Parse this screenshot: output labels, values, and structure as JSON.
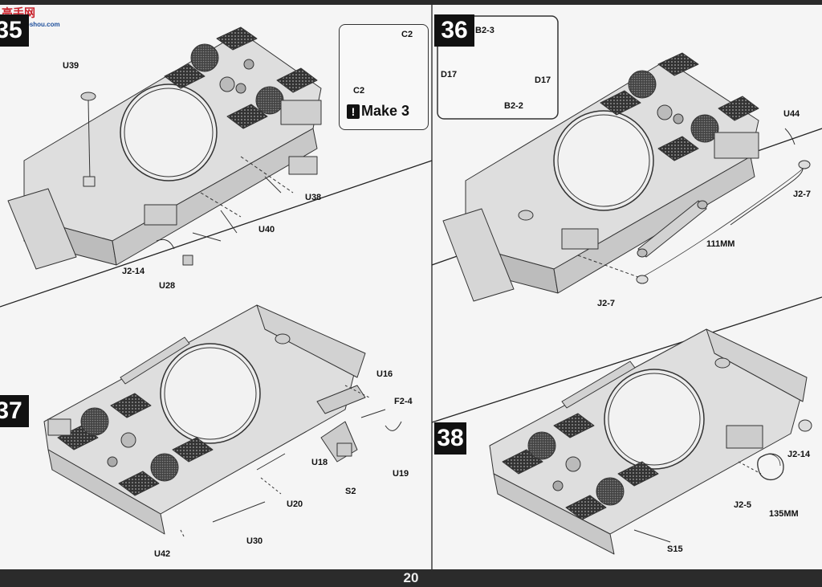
{
  "page_number": "20",
  "watermark": {
    "brand": "高手网",
    "url": "www.gaoshou.com"
  },
  "steps": {
    "s35": "35",
    "s36": "36",
    "s37": "37",
    "s38": "38"
  },
  "labels": {
    "u39": "U39",
    "u38": "U38",
    "u40": "U40",
    "j2_14_a": "J2-14",
    "u28": "U28",
    "c2_a": "C2",
    "c2_b": "C2",
    "make": "Make 3",
    "b2_3": "B2-3",
    "d17_a": "D17",
    "d17_b": "D17",
    "b2_2": "B2-2",
    "u44": "U44",
    "j2_7_a": "J2-7",
    "j2_7_b": "J2-7",
    "mm111": "111MM",
    "u16": "U16",
    "f2_4": "F2-4",
    "u18": "U18",
    "u19": "U19",
    "s2": "S2",
    "u20": "U20",
    "u30": "U30",
    "u42": "U42",
    "j2_14_b": "J2-14",
    "j2_5": "J2-5",
    "mm135": "135MM",
    "s15": "S15"
  },
  "icons": {
    "warning": "exclamation-icon"
  }
}
